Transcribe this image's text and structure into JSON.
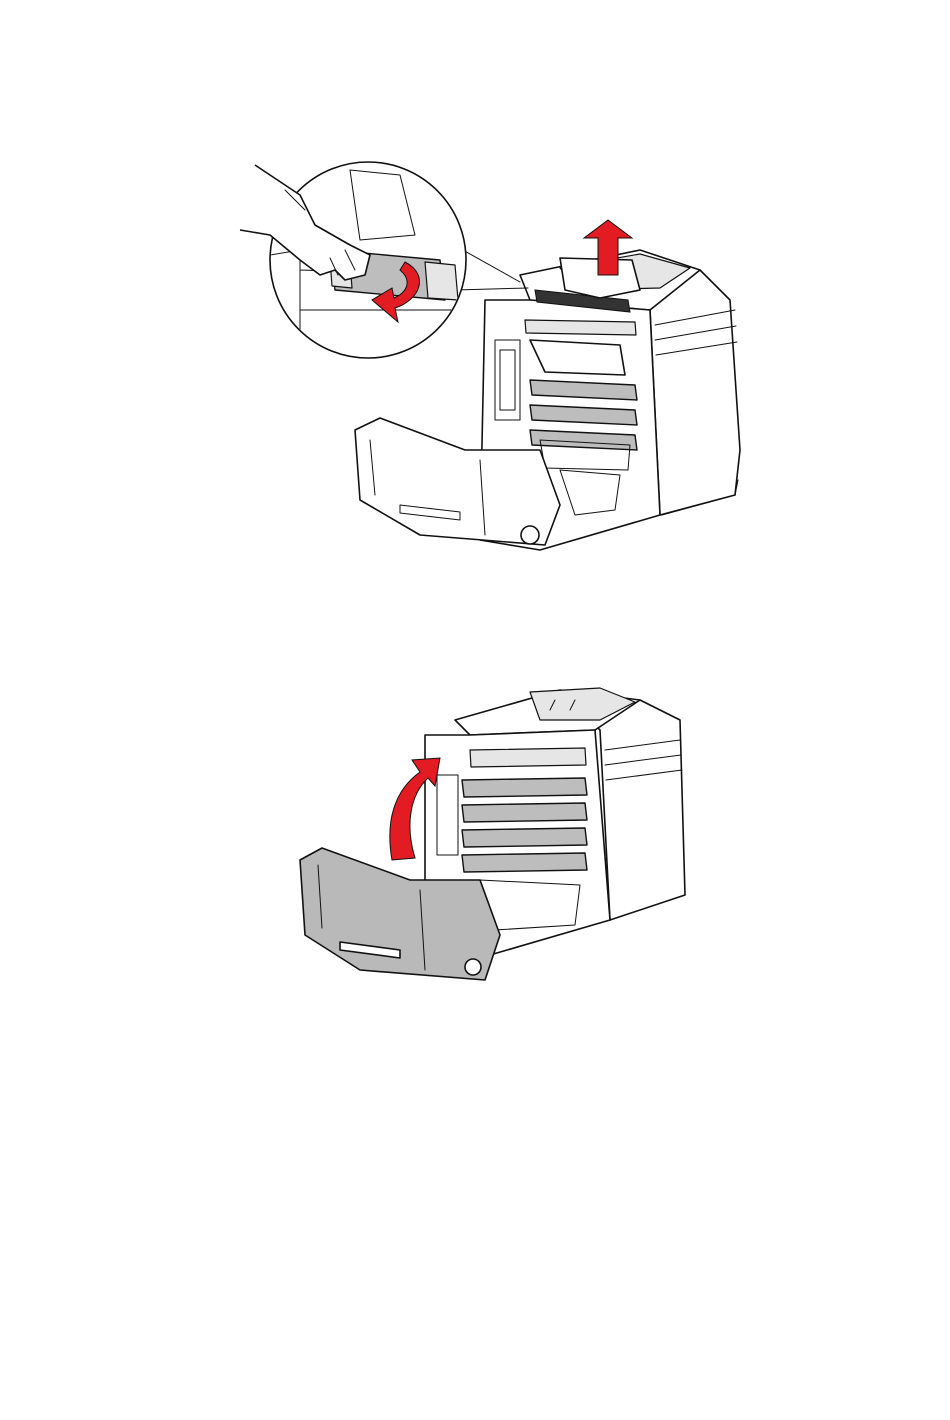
{
  "figures": [
    {
      "id": "fig-1",
      "depicts": "remove-paper-jam-from-fuser",
      "arrow_color": "#e31b23"
    },
    {
      "id": "fig-2",
      "depicts": "close-front-cover",
      "arrow_color": "#e31b23",
      "cover_color": "#b9b9b9"
    }
  ],
  "icons": [
    "hand-icon",
    "magnifier-callout",
    "up-arrow-icon",
    "curved-arrow-icon"
  ]
}
